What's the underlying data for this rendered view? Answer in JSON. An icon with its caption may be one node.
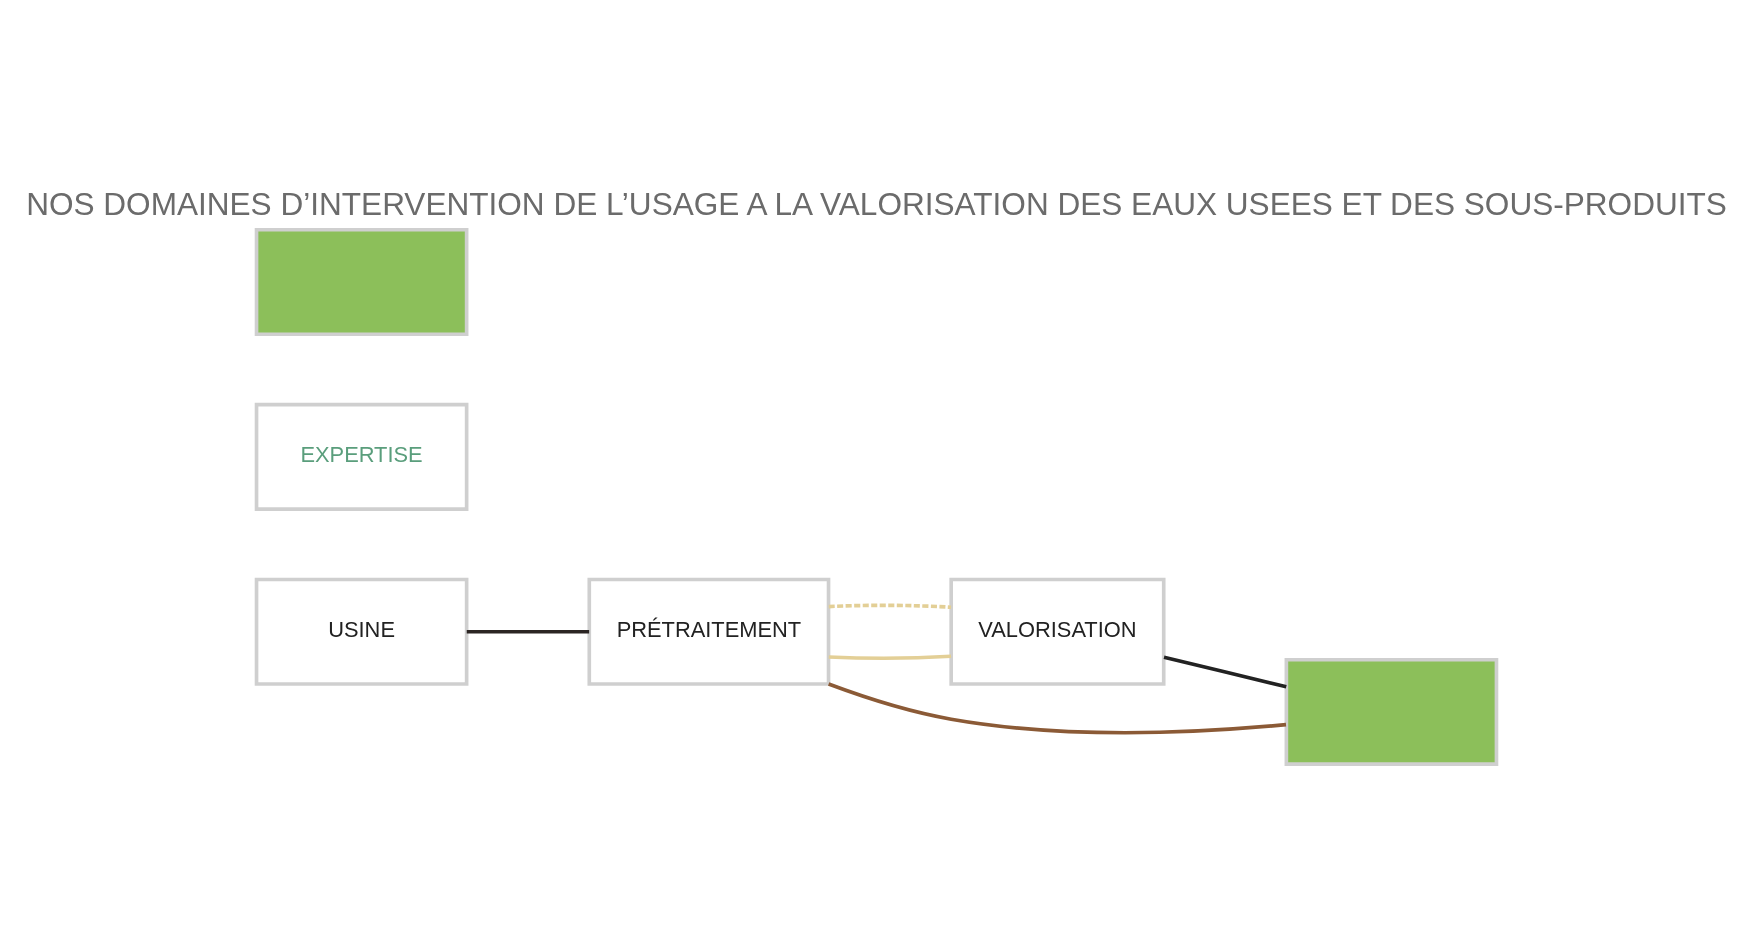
{
  "diagram": {
    "title": "NOS DOMAINES D’INTERVENTION DE L’USAGE A LA VALORISATION DES EAUX USEES ET DES SOUS-PRODUITS",
    "nodes": [
      {
        "text": [
          "USINE"
        ]
      },
      {
        "text": [
          "PRÉTRAITEMENT"
        ]
      },
      {
        "text": [
          "VALORISATION"
        ]
      },
      {
        "text": [
          "EXPERTISE"
        ]
      },
      {
        "text": [],
        "shape": "box"
      },
      {
        "text": [],
        "shape": "box"
      }
    ],
    "edges": [
      {
        "from": 0,
        "to": 1,
        "arrow": "none",
        "color": "#2b2523"
      },
      {
        "from": 1,
        "to": 5,
        "arrow": "none",
        "color": "#8b5a36"
      },
      {
        "from": 1,
        "to": 2,
        "arrow": "none",
        "color": "#e3cf96"
      },
      {
        "from": 1,
        "to": 2,
        "arrow": "none",
        "style": "dashed",
        "color": "#e3cf96"
      },
      {
        "from": 2,
        "to": 5,
        "arrow": "none",
        "color": "#222222"
      }
    ]
  }
}
